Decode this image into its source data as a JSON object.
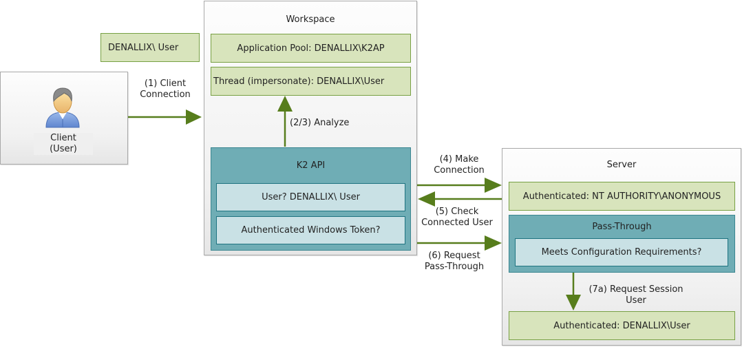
{
  "colors": {
    "arrow": "#577d1c",
    "green_fill": "#d8e4bc",
    "green_border": "#77a043",
    "teal_fill": "#6fadb5",
    "light_teal_fill": "#c9e1e5"
  },
  "client": {
    "icon": "user-icon",
    "label_line1": "Client",
    "label_line2": "(User)"
  },
  "user_identity": "DENALLIX\\ User",
  "workspace": {
    "title": "Workspace",
    "app_pool": "Application Pool: DENALLIX\\K2AP",
    "thread": "Thread (impersonate): DENALLIX\\User",
    "k2api": {
      "title": "K2 API",
      "user_check": "User? DENALLIX\\ User",
      "token_check": "Authenticated Windows Token?"
    }
  },
  "server": {
    "title": "Server",
    "authenticated_anonymous": "Authenticated: NT AUTHORITY\\ANONYMOUS",
    "pass_through": {
      "title": "Pass-Through",
      "requirements": "Meets Configuration Requirements?"
    },
    "authenticated_user": "Authenticated: DENALLIX\\User"
  },
  "steps": {
    "s1": [
      "(1) Client",
      "Connection"
    ],
    "s23": "(2/3) Analyze",
    "s4": [
      "(4) Make",
      "Connection"
    ],
    "s5": [
      "(5) Check",
      "Connected User"
    ],
    "s6": [
      "(6) Request",
      "Pass-Through"
    ],
    "s7a": [
      "(7a) Request Session",
      "User"
    ]
  }
}
